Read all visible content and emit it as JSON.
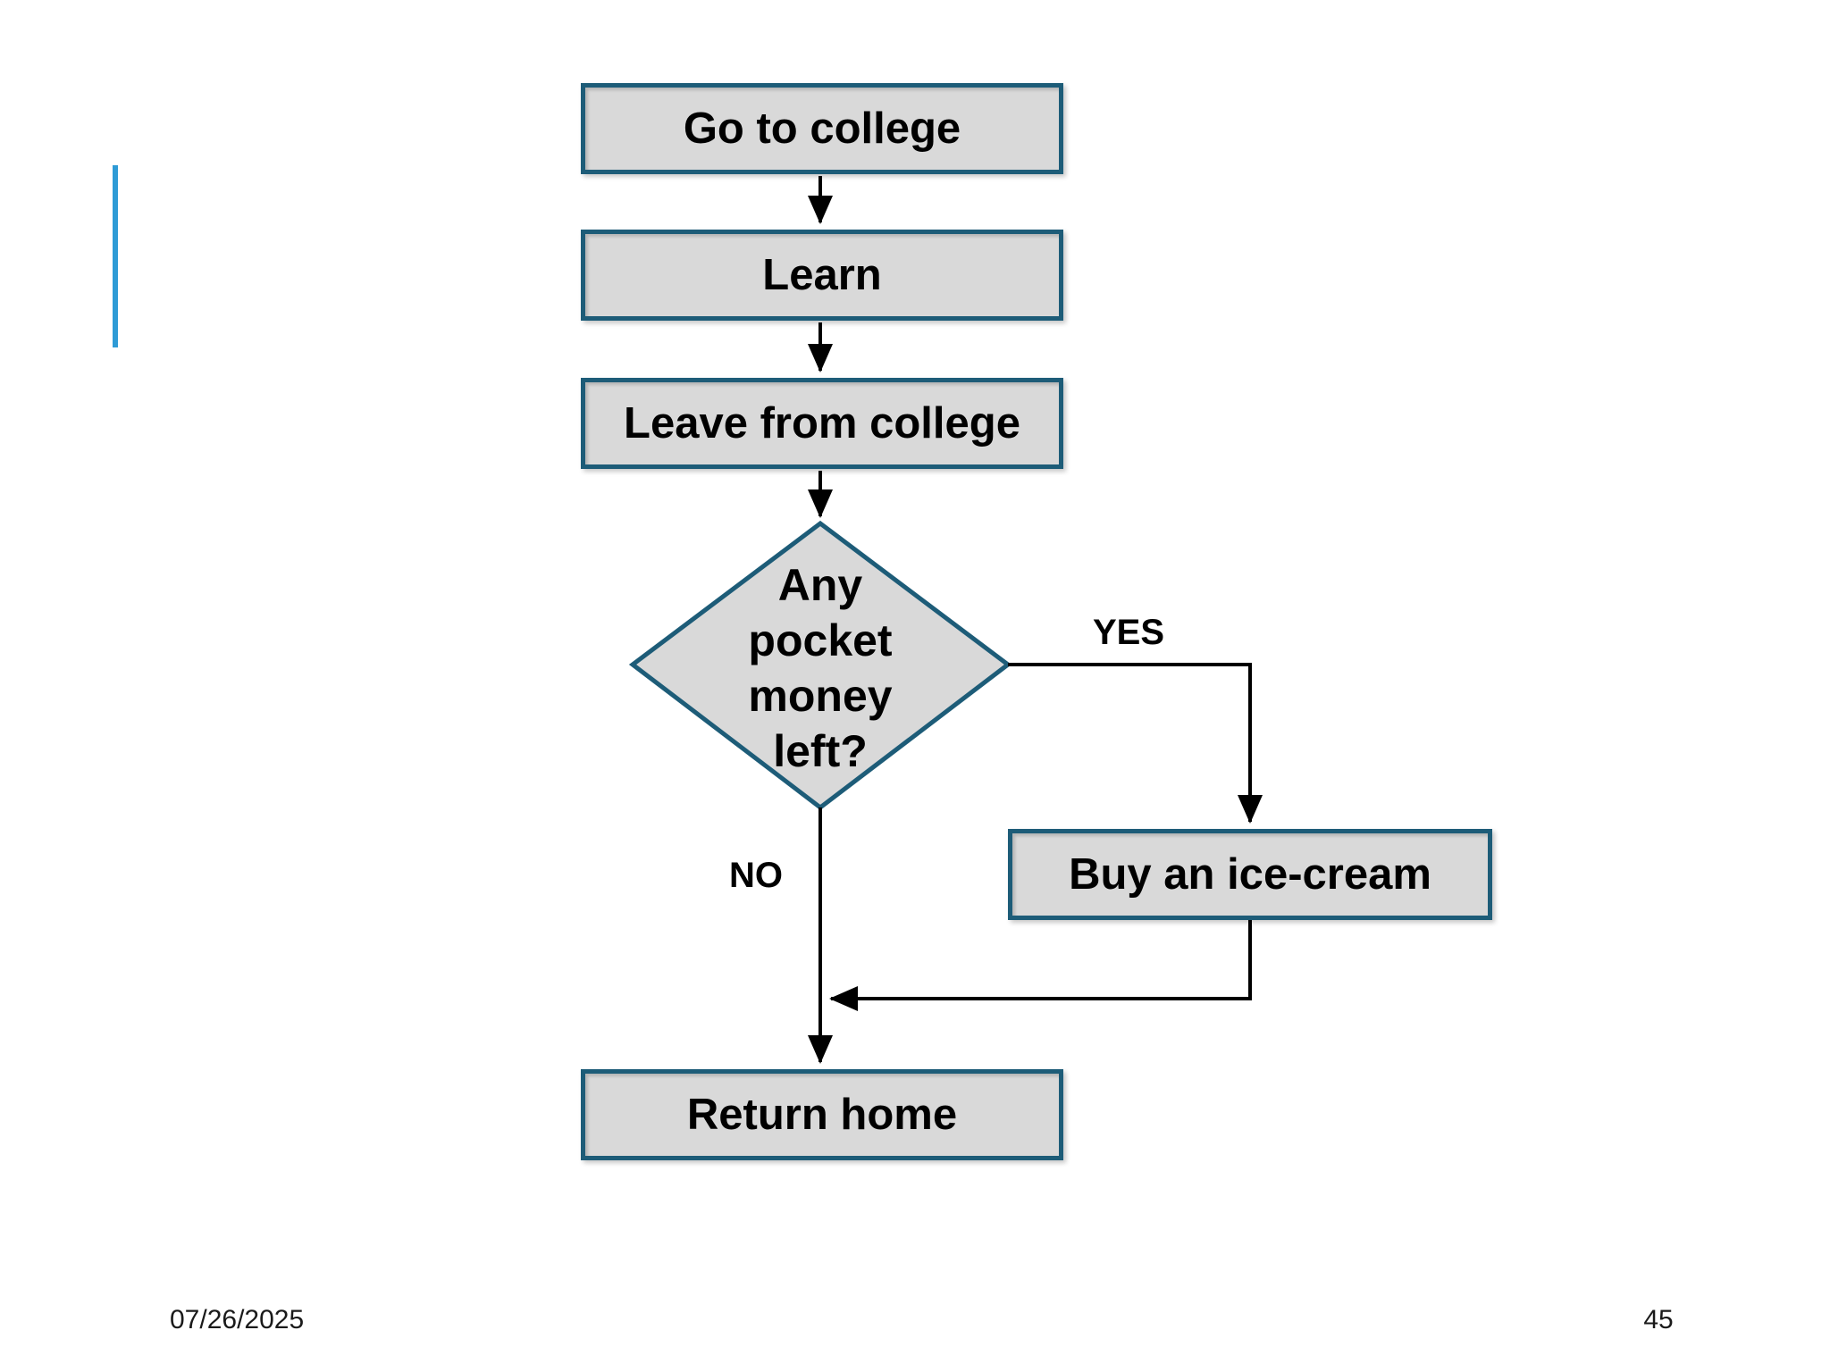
{
  "footer": {
    "date": "07/26/2025",
    "page_number": "45"
  },
  "colors": {
    "node_fill": "#d9d9d9",
    "node_border": "#1d5c78",
    "connector": "#000000",
    "accent_bar": "#2e9bd6",
    "background": "#ffffff"
  },
  "flowchart": {
    "nodes": [
      {
        "id": "go-to-college",
        "type": "process",
        "label": "Go to college"
      },
      {
        "id": "learn",
        "type": "process",
        "label": "Learn"
      },
      {
        "id": "leave-from-college",
        "type": "process",
        "label": "Leave from college"
      },
      {
        "id": "any-pocket-money-left",
        "type": "decision",
        "label": "Any pocket money left?"
      },
      {
        "id": "buy-an-ice-cream",
        "type": "process",
        "label": "Buy an ice-cream"
      },
      {
        "id": "return-home",
        "type": "process",
        "label": "Return home"
      }
    ],
    "edges": [
      {
        "from": "go-to-college",
        "to": "learn",
        "label": ""
      },
      {
        "from": "learn",
        "to": "leave-from-college",
        "label": ""
      },
      {
        "from": "leave-from-college",
        "to": "any-pocket-money-left",
        "label": ""
      },
      {
        "from": "any-pocket-money-left",
        "to": "buy-an-ice-cream",
        "label": "YES"
      },
      {
        "from": "buy-an-ice-cream",
        "to": "return-home",
        "label": ""
      },
      {
        "from": "any-pocket-money-left",
        "to": "return-home",
        "label": "NO"
      }
    ]
  }
}
